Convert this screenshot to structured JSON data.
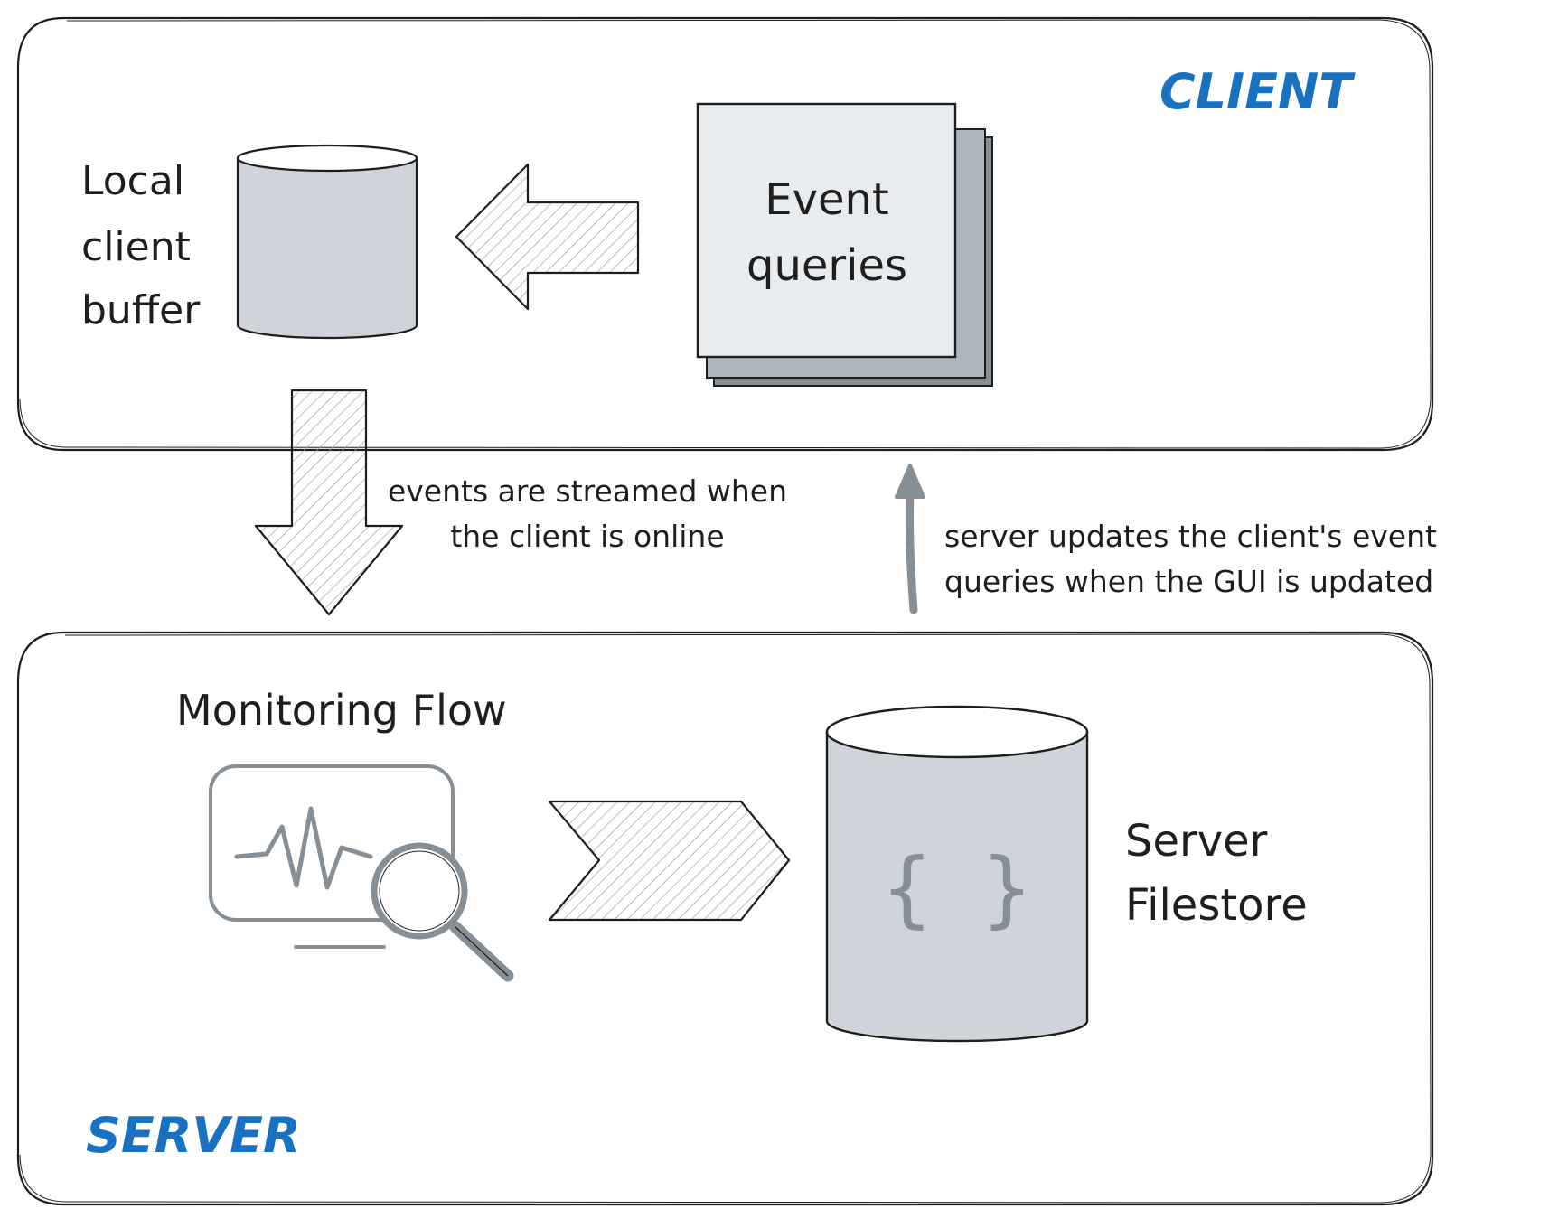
{
  "client_section": {
    "title": "CLIENT",
    "local_buffer_label": [
      "Local",
      "client",
      "buffer"
    ],
    "event_queries_label": [
      "Event",
      "queries"
    ]
  },
  "server_section": {
    "title": "SERVER",
    "monitoring_flow_label": "Monitoring Flow",
    "filestore_label": [
      "Server",
      "Filestore"
    ],
    "filestore_icon": "{ }"
  },
  "connections": {
    "stream_note": [
      "events are streamed when",
      "the client is online"
    ],
    "update_note": [
      "server updates the client's event",
      "queries when the GUI is updated"
    ]
  },
  "colors": {
    "title_blue": "#1971c2",
    "cylinder_fill": "#ced4da",
    "card_fill": "#e9ecef",
    "card_stack_fill": "#adb5bd",
    "stroke": "#1e1e1e",
    "icon_gray": "#868e96"
  }
}
